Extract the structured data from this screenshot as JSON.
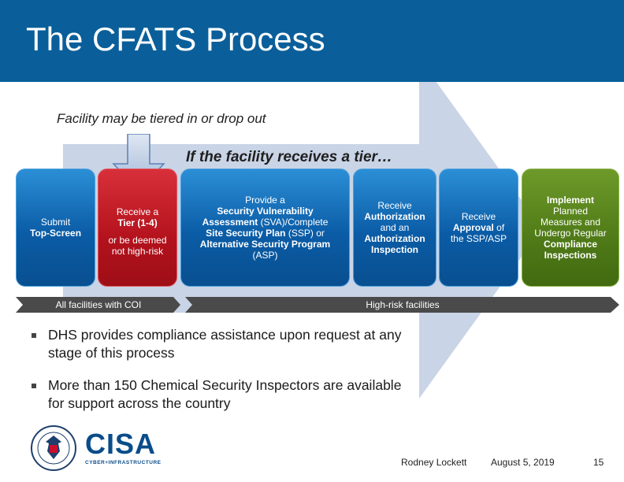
{
  "slide": {
    "title": "The CFATS Process",
    "subtitle": "Facility may be tiered in or drop out",
    "tier_heading": "If the facility receives a tier…"
  },
  "steps": {
    "submit": {
      "line1": "Submit",
      "line2": "Top-Screen"
    },
    "tier": {
      "line1": "Receive a",
      "line2": "Tier (1-4)",
      "line3": "or be deemed",
      "line4": "not high-risk"
    },
    "sva": {
      "line1": "Provide a",
      "line2": "Security Vulnerability",
      "line3a": "Assessment",
      "line3b": " (SVA)/Complete",
      "line4a": "Site Security Plan",
      "line4b": " (SSP) or",
      "line5": "Alternative Security Program",
      "line6": "(ASP)"
    },
    "auth": {
      "line1": "Receive",
      "line2": "Authorization",
      "line3": "and an",
      "line4": "Authorization",
      "line5": "Inspection"
    },
    "approval": {
      "line1": "Receive",
      "line2a": "Approval",
      "line2b": " of",
      "line3": "the SSP/ASP"
    },
    "implement": {
      "line1": "Implement",
      "line2": "Planned",
      "line3": "Measures and",
      "line4": "Undergo Regular",
      "line5": "Compliance",
      "line6": "Inspections"
    }
  },
  "bars": {
    "all": "All facilities with COI",
    "high_risk": "High-risk facilities"
  },
  "bullets": [
    "DHS provides compliance assistance upon request at any stage of this process",
    "More than 150 Chemical Security Inspectors are available for support across the country"
  ],
  "footer": {
    "presenter": "Rodney Lockett",
    "date": "August 5, 2019",
    "page": "15",
    "logo_text": "CISA",
    "logo_subtext": "CYBER+INFRASTRUCTURE"
  },
  "colors": {
    "header": "#0a5f9a",
    "arrow_bg": "#c9d4e6",
    "blue_step": "#0b5ca6",
    "red_step": "#b3121c",
    "green_step": "#4f7a17",
    "bar": "#4a4a4a"
  }
}
